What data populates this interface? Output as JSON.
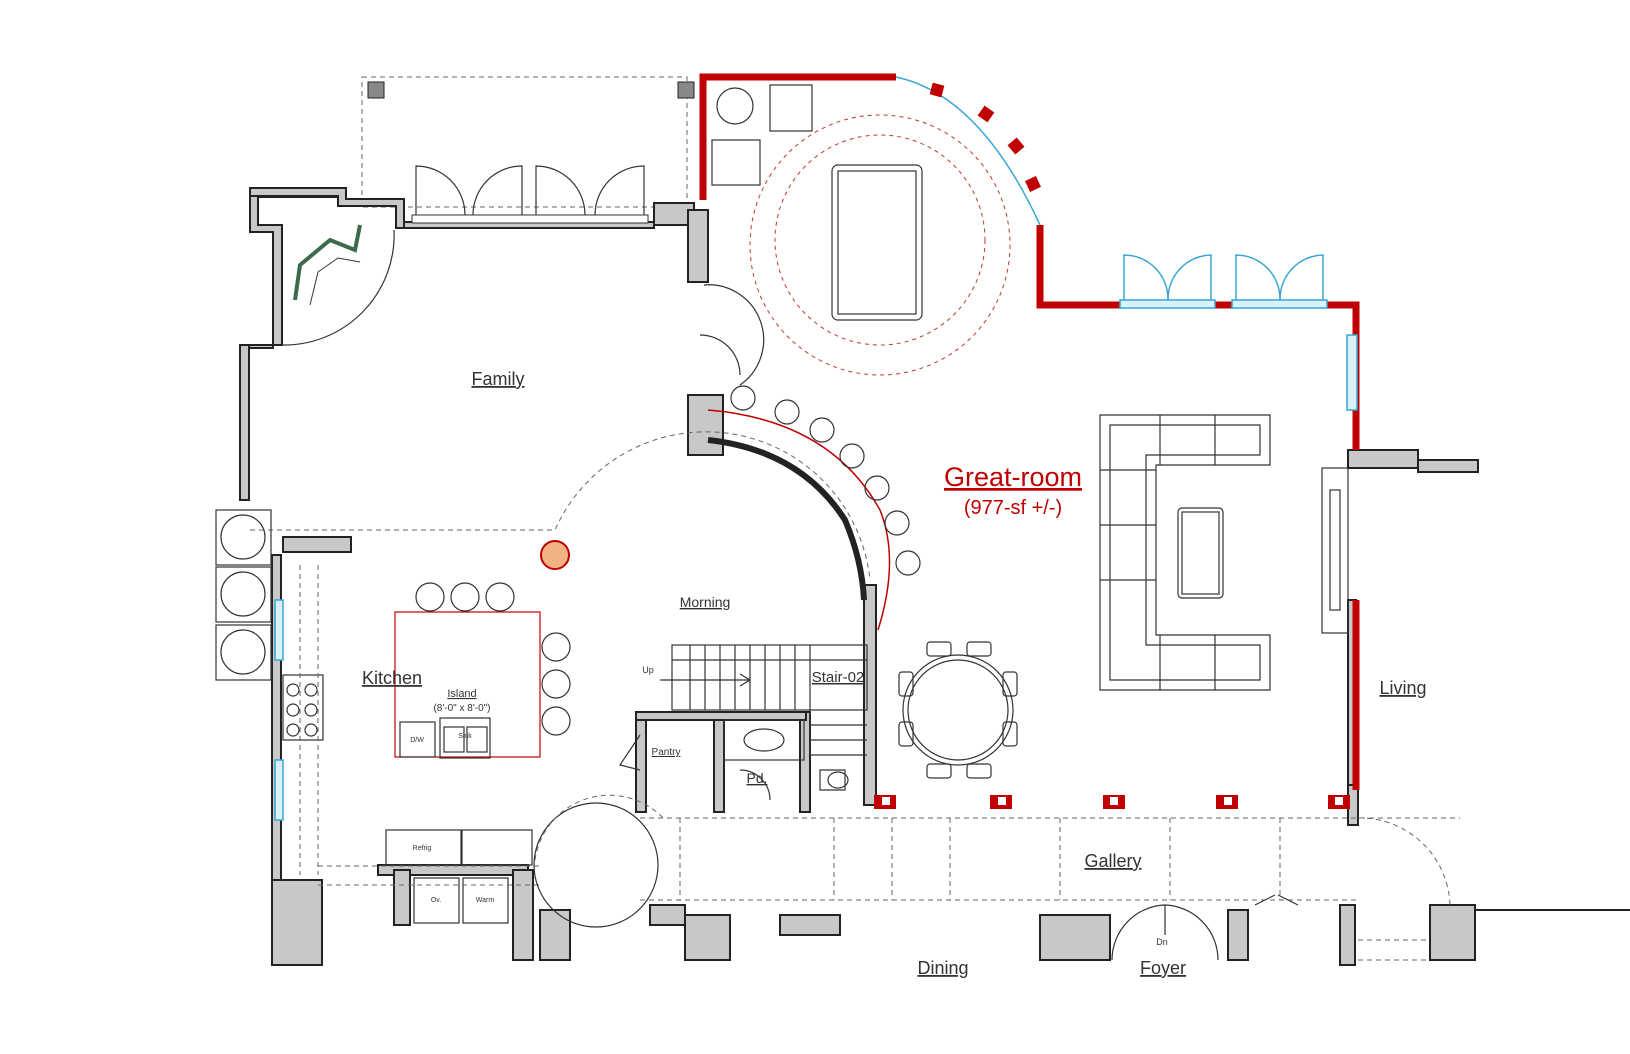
{
  "rooms": {
    "family": "Family",
    "great_room": "Great-room",
    "great_room_area": "(977-sf +/-)",
    "kitchen": "Kitchen",
    "island": "Island",
    "island_size": "(8'-0\" x 8'-0\")",
    "morning": "Morning",
    "stair": "Stair-02",
    "pantry": "Pantry",
    "powder": "Pd.",
    "living": "Living",
    "gallery": "Gallery",
    "dining": "Dining",
    "foyer": "Foyer",
    "up": "Up",
    "down": "Dn",
    "dw": "D/W",
    "sink": "Sink",
    "refrig": "Refrig",
    "oven1": "Ov.",
    "oven2": "Warm"
  },
  "colors": {
    "accent_red": "#c00000",
    "window_blue": "#39a6d4",
    "wall_gray": "#c8c8c8"
  }
}
